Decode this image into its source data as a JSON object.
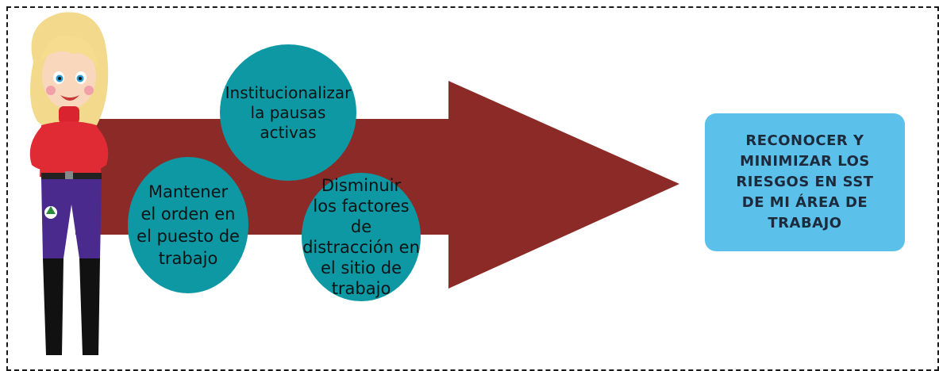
{
  "diagram": {
    "steps": [
      {
        "text": "Institucionalizar\nla pausas\nactivas"
      },
      {
        "text": "Mantener\nel orden en\nel puesto de\ntrabajo"
      },
      {
        "text": "Disminuir\nlos factores de\ndistracción en\nel sitio de\ntrabajo"
      }
    ],
    "goal": "RECONOCER Y\nMINIMIZAR LOS\nRIESGOS EN SST\nDE MI ÁREA DE\nTRABAJO"
  },
  "colors": {
    "arrow": "#8b2a26",
    "circle": "#0e98a4",
    "goal_box": "#5bc1ea"
  },
  "icons": [
    "cartoon-woman-illustration"
  ]
}
